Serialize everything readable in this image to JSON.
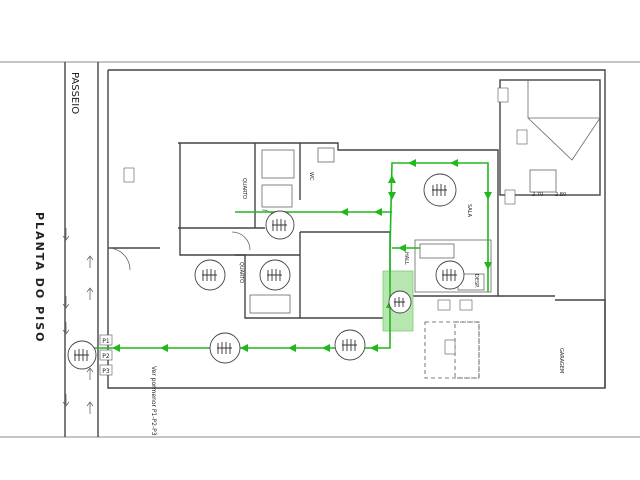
{
  "plan": {
    "title": "PLANTA DO PISO",
    "street": "PASSEIO",
    "detail_note": "Ver pormenor P1-P2-P3",
    "rooms": {
      "bedroom_a": "QUARTO",
      "bedroom_b": "QUARTO",
      "living": "SALA",
      "hall": "HALL",
      "garage": "GARAGEM",
      "wc": "WC",
      "pantry": "DESP."
    },
    "tags": {
      "p1": "P1",
      "p2": "P2",
      "p3": "P3",
      "dim_a": "2.70",
      "dim_b": "2.80"
    },
    "colors": {
      "route": "#1fb81f",
      "wall": "#444444"
    },
    "icons": [
      "emergency-luminaire-icon",
      "evacuation-arrow-icon",
      "door-swing-icon"
    ]
  }
}
